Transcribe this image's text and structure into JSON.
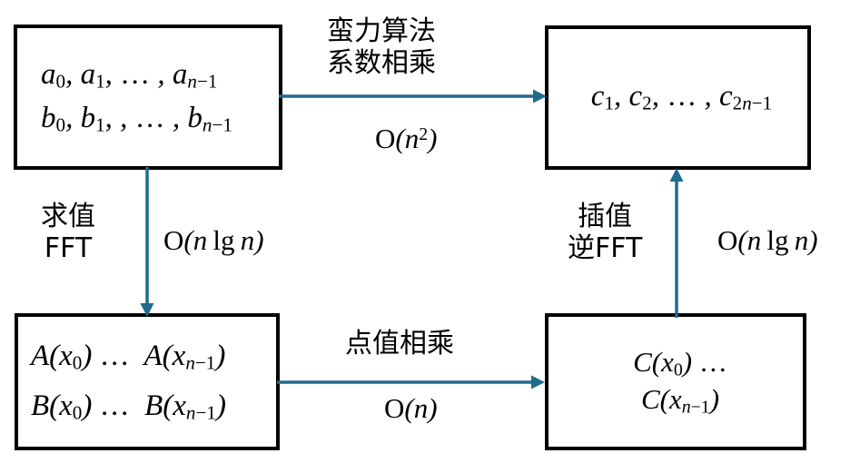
{
  "diagram": {
    "title": "FFT polynomial multiplication flow diagram",
    "accent_color": "#1F6B8E",
    "box_border_color": "#000000",
    "background_color": "#FFFFFF",
    "boxes": {
      "coefficients": {
        "name": "coefficient-representation",
        "line1": "a₀, a₁, … , aₙ₋₁",
        "line2": "b₀, b₁, , … , bₙ₋₁"
      },
      "product_coefficients": {
        "name": "product-coefficient-representation",
        "line1": "c₁, c₂, … , c₂ₙ₋₁"
      },
      "point_values": {
        "name": "point-value-representation",
        "line1": "A(x₀) …  A(xₙ₋₁)",
        "line2": "B(x₀) …  B(xₙ₋₁)"
      },
      "product_point_values": {
        "name": "product-point-value-representation",
        "line1": "C(x₀) …",
        "line2": "C(xₙ₋₁)"
      }
    },
    "edges": {
      "brute_force": {
        "label_line1": "蛮力算法",
        "label_line2": "系数相乘",
        "complexity": "O(n²)",
        "direction": "right"
      },
      "evaluate": {
        "label_line1": "求值",
        "label_line2": "FFT",
        "complexity": "O(n lg n)",
        "direction": "down"
      },
      "interpolate": {
        "label_line1": "插值",
        "label_line2": "逆FFT",
        "complexity": "O(n lg n)",
        "direction": "up"
      },
      "pointwise": {
        "label_line1": "点值相乘",
        "complexity": "O(n)",
        "direction": "right"
      }
    }
  }
}
